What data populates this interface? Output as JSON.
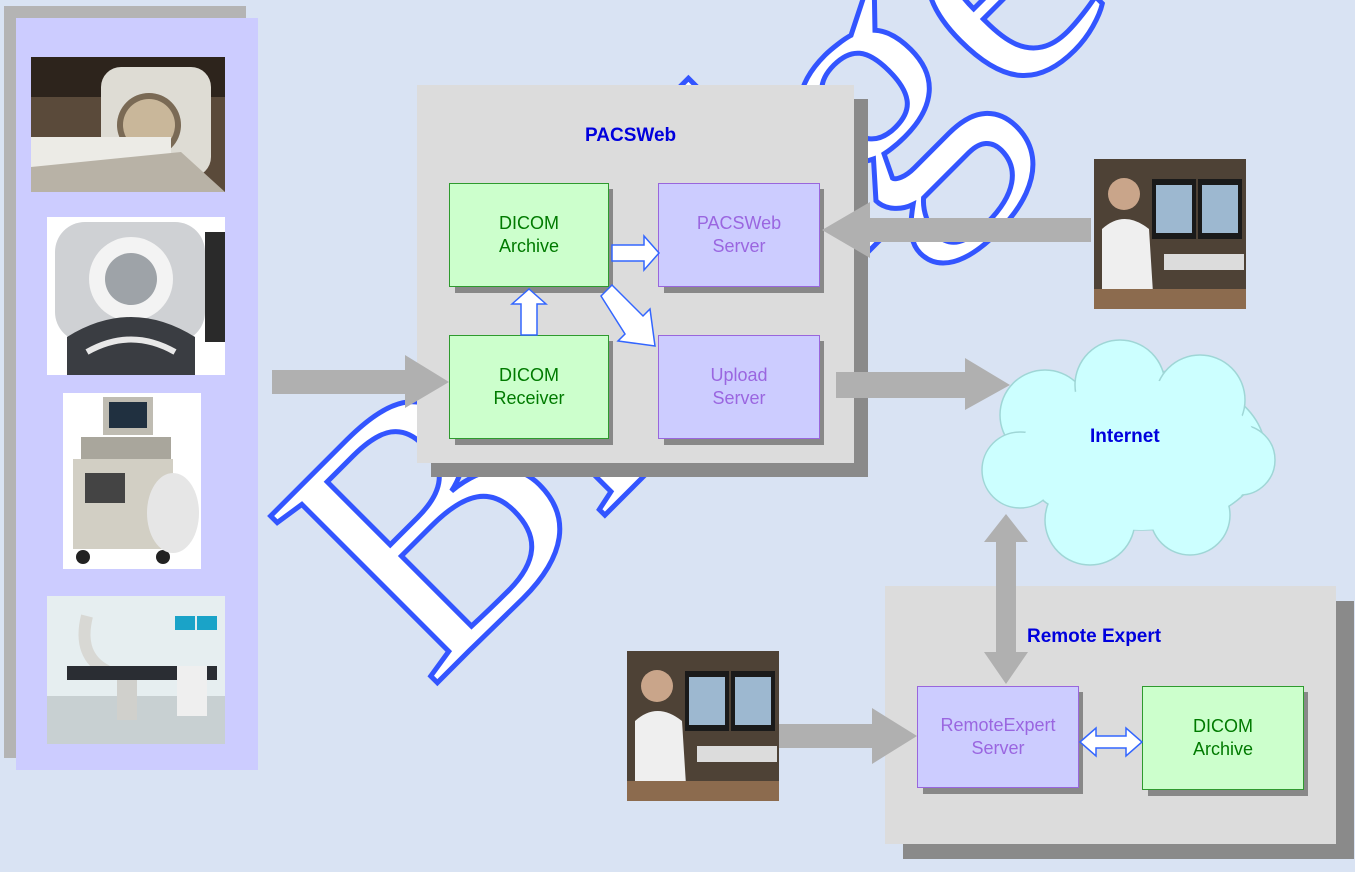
{
  "watermark": "Bridge",
  "pacsweb": {
    "title": "PACSWeb",
    "dicom_archive": [
      "DICOM",
      "Archive"
    ],
    "pacsweb_server": [
      "PACSWeb",
      "Server"
    ],
    "dicom_receiver": [
      "DICOM",
      "Receiver"
    ],
    "upload_server": [
      "Upload",
      "Server"
    ]
  },
  "internet": {
    "label": "Internet"
  },
  "remote_expert": {
    "title": "Remote Expert",
    "server": [
      "RemoteExpert",
      "Server"
    ],
    "dicom_archive": [
      "DICOM",
      "Archive"
    ]
  },
  "modalities": [
    "mri-scanner-photo",
    "ct-scanner-photo",
    "ultrasound-machine-photo",
    "angiography-room-photo"
  ],
  "workstations": [
    "radiologist-workstation-photo-top",
    "radiologist-workstation-photo-bottom"
  ],
  "colors": {
    "background": "#d9e3f3",
    "green_box": "#ccffcc",
    "purple_box": "#ccccff",
    "title_blue": "#0000dd",
    "cloud": "#ccffff",
    "arrow_grey": "#b0b0b0",
    "watermark": "#3355ff"
  }
}
